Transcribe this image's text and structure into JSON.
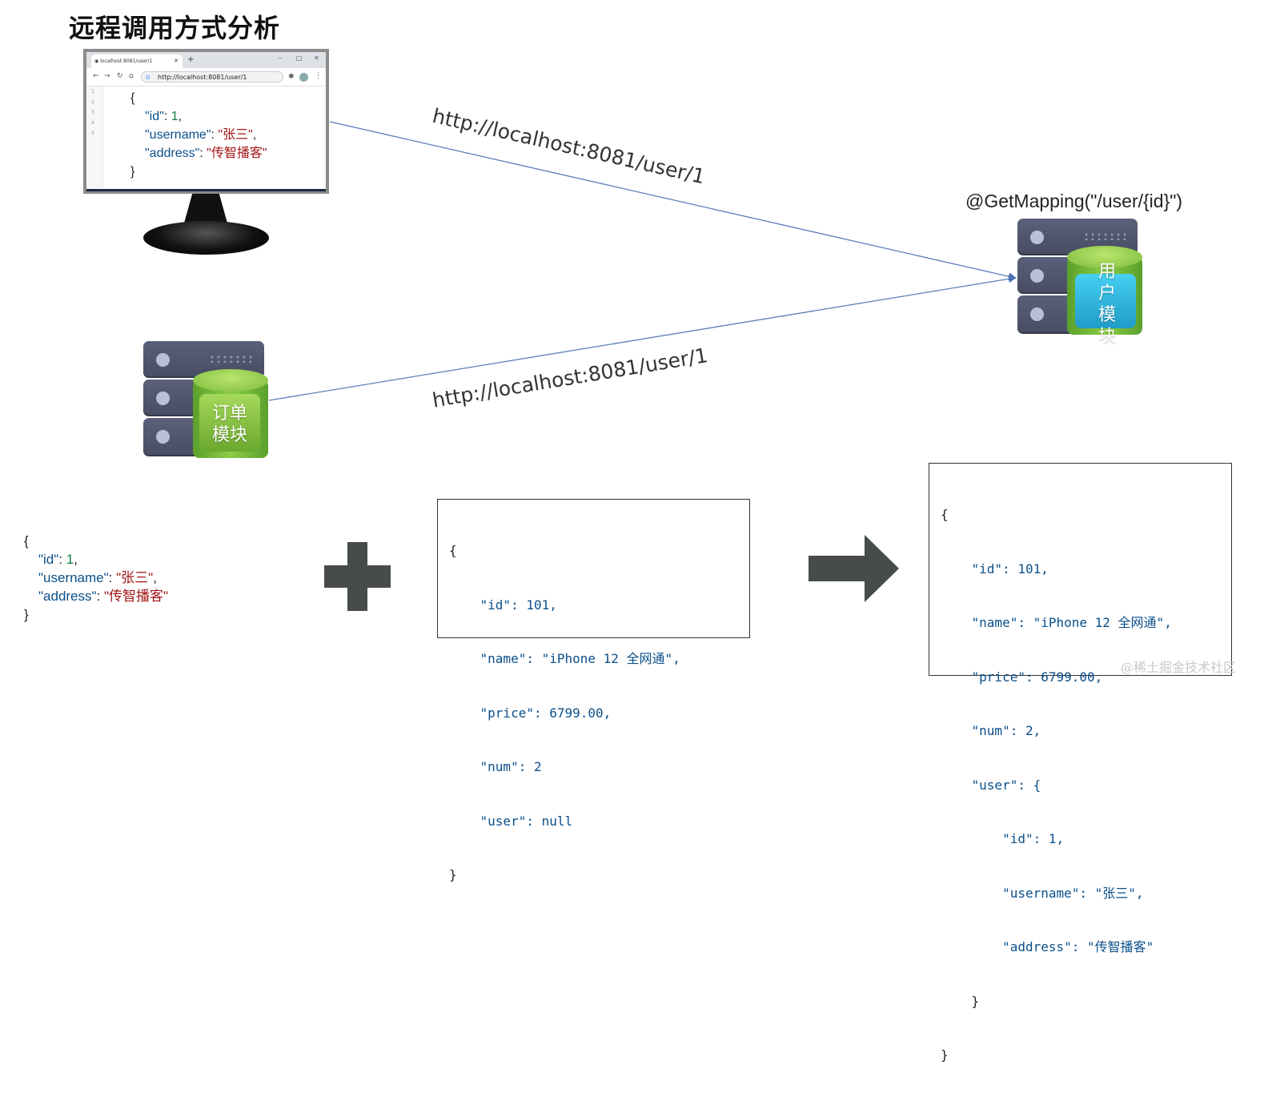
{
  "title": "远程调用方式分析",
  "browser": {
    "tab_title": "localhost:8081/user/1",
    "url": "http://localhost:8081/user/1",
    "line_numbers": [
      "1",
      "2",
      "3",
      "4",
      "5"
    ],
    "json": {
      "open": "{",
      "id_key": "\"id\"",
      "id_val": "1",
      "username_key": "\"username\"",
      "username_val": "\"张三\"",
      "address_key": "\"address\"",
      "address_val": "\"传智播客\"",
      "close": "}"
    }
  },
  "arrows": {
    "top_url": "http://localhost:8081/user/1",
    "bottom_url": "http://localhost:8081/user/1"
  },
  "user_module": {
    "mapping": "@GetMapping(\"/user/{id}\")",
    "label_chars": [
      "用",
      "户",
      "模",
      "块"
    ]
  },
  "order_module": {
    "label_lines": [
      "订单",
      "模块"
    ]
  },
  "left_json": {
    "open": "{",
    "id_key": "\"id\"",
    "id_val": "1",
    "username_key": "\"username\"",
    "username_val": "\"张三\"",
    "address_key": "\"address\"",
    "address_val": "\"传智播客\"",
    "close": "}"
  },
  "order_json": {
    "open": "{",
    "id": "    \"id\": 101,",
    "name": "    \"name\": \"iPhone 12 全网通\",",
    "price": "    \"price\": 6799.00,",
    "num": "    \"num\": 2",
    "user": "    \"user\": null",
    "close": "}"
  },
  "result_json": {
    "open": "{",
    "id": "    \"id\": 101,",
    "name": "    \"name\": \"iPhone 12 全网通\",",
    "price": "    \"price\": 6799.00,",
    "num": "    \"num\": 2,",
    "user_open": "    \"user\": {",
    "user_id": "        \"id\": 1,",
    "user_username": "        \"username\": \"张三\",",
    "user_address": "        \"address\": \"传智播客\"",
    "user_close": "    }",
    "close": "}"
  },
  "watermark": "@稀土掘金技术社区",
  "colors": {
    "rack": "#4f546c",
    "db_green": "#7dbb3c",
    "db_cyan": "#29b6e0",
    "arrow_line": "#5b7fb8",
    "plus_arrow": "#474c4b"
  },
  "icons": [
    "plus-icon",
    "right-arrow-icon",
    "monitor-icon",
    "server-icon",
    "database-icon"
  ]
}
